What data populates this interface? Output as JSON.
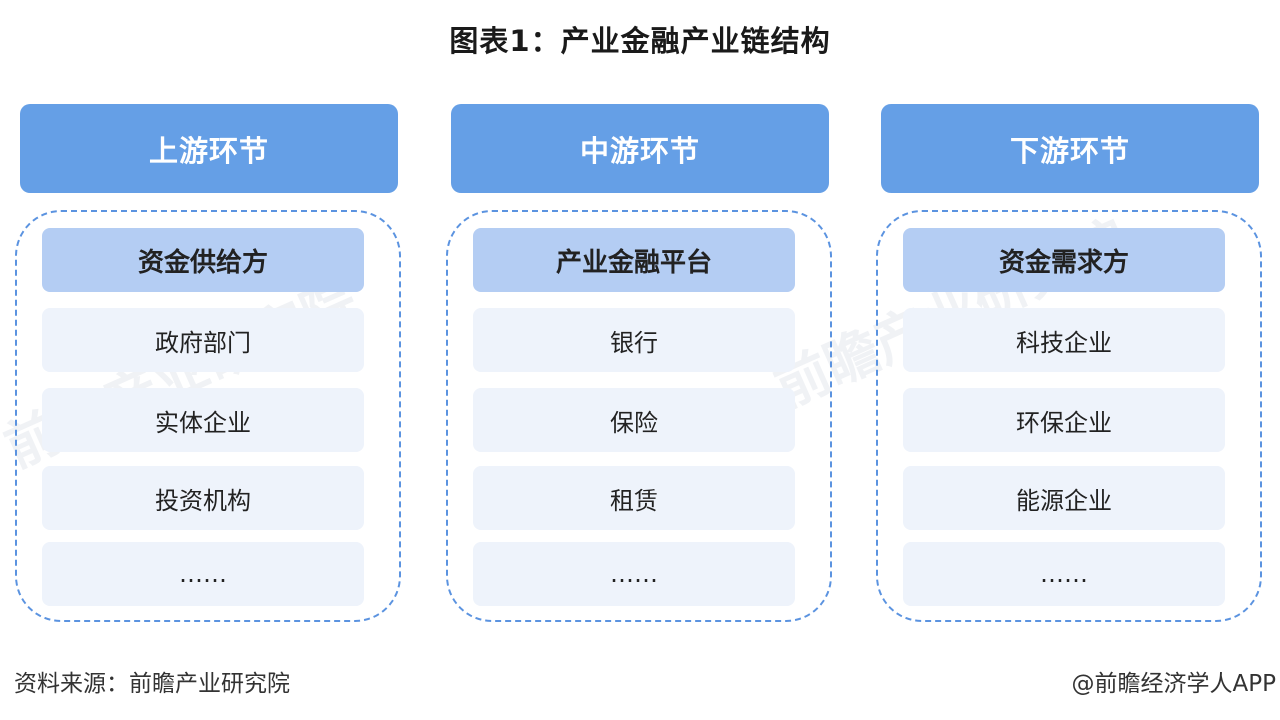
{
  "title": "图表1：产业金融产业链结构",
  "columns": [
    {
      "header": "上游环节",
      "sub_header": "资金供给方",
      "items": [
        "政府部门",
        "实体企业",
        "投资机构",
        "……"
      ]
    },
    {
      "header": "中游环节",
      "sub_header": "产业金融平台",
      "items": [
        "银行",
        "保险",
        "租赁",
        "……"
      ]
    },
    {
      "header": "下游环节",
      "sub_header": "资金需求方",
      "items": [
        "科技企业",
        "环保企业",
        "能源企业",
        "……"
      ]
    }
  ],
  "footer": {
    "source": "资料来源：前瞻产业研究院",
    "credit": "@前瞻经济学人APP"
  },
  "watermark_text": "前瞻产业研究院",
  "colors": {
    "header_bg": "#659fe6",
    "sub_header_bg": "#b4cdf3",
    "item_bg": "#eef3fb",
    "dashed_border": "#5b93e0"
  }
}
